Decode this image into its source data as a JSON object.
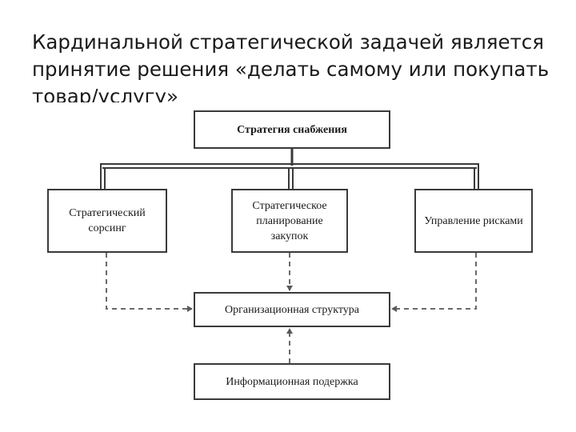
{
  "heading": {
    "line1": "Кардинальной  стратегической задачей является",
    "line2": "принятие решения «делать самому или покупать",
    "line3": "товар/услугу»"
  },
  "diagram": {
    "top_box": "Стратегия снабжения",
    "left_box": "Стратегический сорсинг",
    "middle_box": "Стратегическое планирование закупок",
    "right_box": "Управление рисками",
    "org_box": "Организационная структура",
    "info_box": "Информационная подержка"
  },
  "colors": {
    "line": "#3a3a3a",
    "dashed": "#6a6a6a"
  }
}
